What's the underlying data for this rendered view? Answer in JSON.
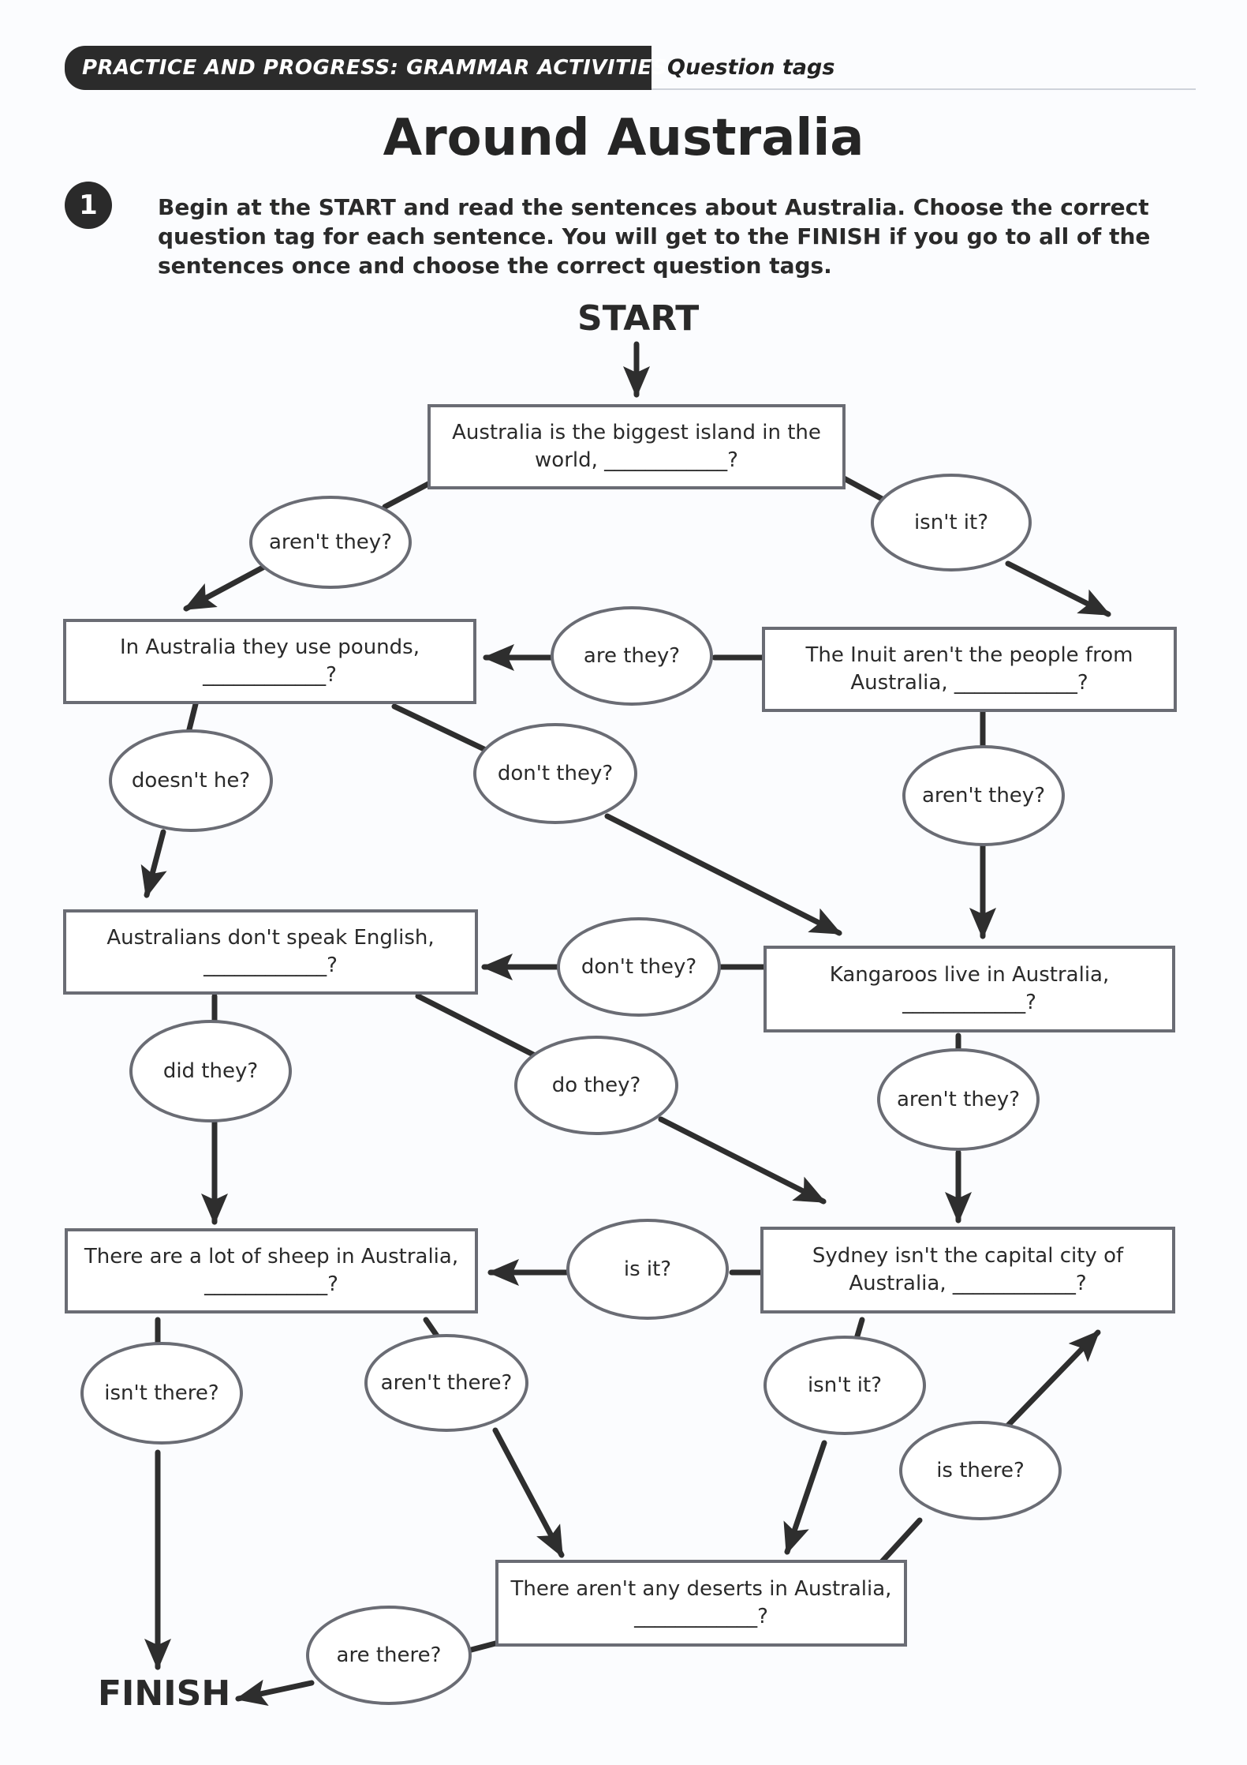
{
  "header": {
    "section": "PRACTICE AND PROGRESS: GRAMMAR ACTIVITIES",
    "topic": "Question tags"
  },
  "title": "Around Australia",
  "exercise": {
    "number": "1",
    "instructions": "Begin at the START and read the sentences about Australia. Choose the correct question tag for each sentence. You will get to the FINISH if you go to all of the sentences once and choose the correct question tags."
  },
  "diagram": {
    "start": "START",
    "finish": "FINISH",
    "sentences": {
      "biggest_island": "Australia is the biggest island in the world, ____________?",
      "pounds": "In Australia they use pounds, ____________?",
      "inuit": "The Inuit aren't the people from Australia, ____________?",
      "english": "Australians don't speak English, ____________?",
      "kangaroos": "Kangaroos live in Australia, ____________?",
      "sheep": "There are a lot of sheep in Australia, ____________?",
      "sydney": "Sydney isn't the capital city of Australia, ____________?",
      "deserts": "There aren't any deserts in Australia, ____________?"
    },
    "tags": {
      "t1": "aren't they?",
      "t2": "isn't it?",
      "t3": "are they?",
      "t4": "doesn't he?",
      "t5": "don't they?",
      "t6": "aren't they?",
      "t7": "don't they?",
      "t8": "did they?",
      "t9": "do they?",
      "t10": "aren't they?",
      "t11": "is it?",
      "t12": "isn't there?",
      "t13": "aren't there?",
      "t14": "isn't it?",
      "t15": "is there?",
      "t16": "are there?"
    }
  }
}
